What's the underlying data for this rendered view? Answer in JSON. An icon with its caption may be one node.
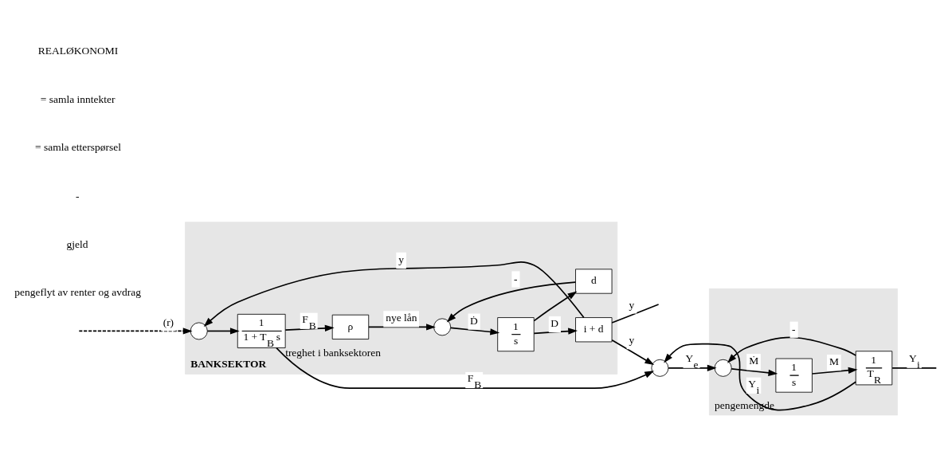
{
  "diagram": {
    "nodes": [
      {
        "text": [
          "BANKSEKTOR"
        ]
      },
      {
        "text": [],
        "shape": "circle",
        "in": 0
      },
      {
        "text": [
          "1",
          "1 + T$_{B}$ s"
        ],
        "beside": [
          "treghet i banksektoren"
        ],
        "in": 0
      },
      {
        "text": [
          "ρ"
        ],
        "in": 0
      },
      {
        "text": [],
        "shape": "circle",
        "in": 0
      },
      {
        "text": [
          "1",
          "s"
        ],
        "in": 0
      },
      {
        "text": [
          "i + d"
        ],
        "in": 0
      },
      {
        "text": [
          "d"
        ],
        "in": 0
      },
      {
        "text": [
          "pengemengde"
        ]
      },
      {
        "text": [],
        "shape": "circle"
      },
      {
        "text": [],
        "shape": "circle",
        "in": 8
      },
      {
        "text": [
          "1",
          "s"
        ],
        "in": 8
      },
      {
        "text": [
          "1",
          "T$_{R}$"
        ],
        "in": 8
      }
    ],
    "edges": [
      {
        "from": null,
        "to": 1,
        "arrow": "to",
        "label": "(r)",
        "style": "dashed"
      },
      {
        "from": 1,
        "to": 2,
        "arrow": "to"
      },
      {
        "from": 2,
        "to": 3,
        "arrow": "to",
        "label": "F$_{B}$"
      },
      {
        "from": 3,
        "to": 4,
        "arrow": "to",
        "label": "nye lån"
      },
      {
        "from": 4,
        "to": 5,
        "arrow": "to",
        "label": "Ḋ"
      },
      {
        "from": 5,
        "to": 6,
        "arrow": "to",
        "label": "D"
      },
      {
        "from": 5,
        "to": 7,
        "arrow": "to"
      },
      {
        "from": 7,
        "to": 4,
        "arrow": "to",
        "label": "-"
      },
      {
        "from": 6,
        "to": null,
        "arrow": "none",
        "label": "y"
      },
      {
        "from": 6,
        "to": 1,
        "arrow": "to",
        "label": "y"
      },
      {
        "from": 2,
        "to": 9,
        "arrow": "to",
        "label": "F$_{B}$"
      },
      {
        "from": 6,
        "to": 9,
        "arrow": "to",
        "label": "y"
      },
      {
        "from": 12,
        "to": 9,
        "arrow": "to",
        "label": "Y$_{i}$"
      },
      {
        "from": 9,
        "to": 10,
        "arrow": "to",
        "label": "Y$_{e}$"
      },
      {
        "from": 10,
        "to": 11,
        "arrow": "to",
        "label": "Ṁ"
      },
      {
        "from": 11,
        "to": 12,
        "arrow": "to",
        "label": "M"
      },
      {
        "from": 12,
        "to": 10,
        "arrow": "to",
        "label": "-"
      },
      {
        "from": 12,
        "to": null,
        "arrow": "none",
        "label": "Y$_{i}$"
      }
    ],
    "labels": [
      "pengeflyt av renter og avdrag",
      "gjeld",
      "-",
      "= samla etterspørsel",
      "= samla inntekter",
      "REALØKONOMI"
    ]
  }
}
